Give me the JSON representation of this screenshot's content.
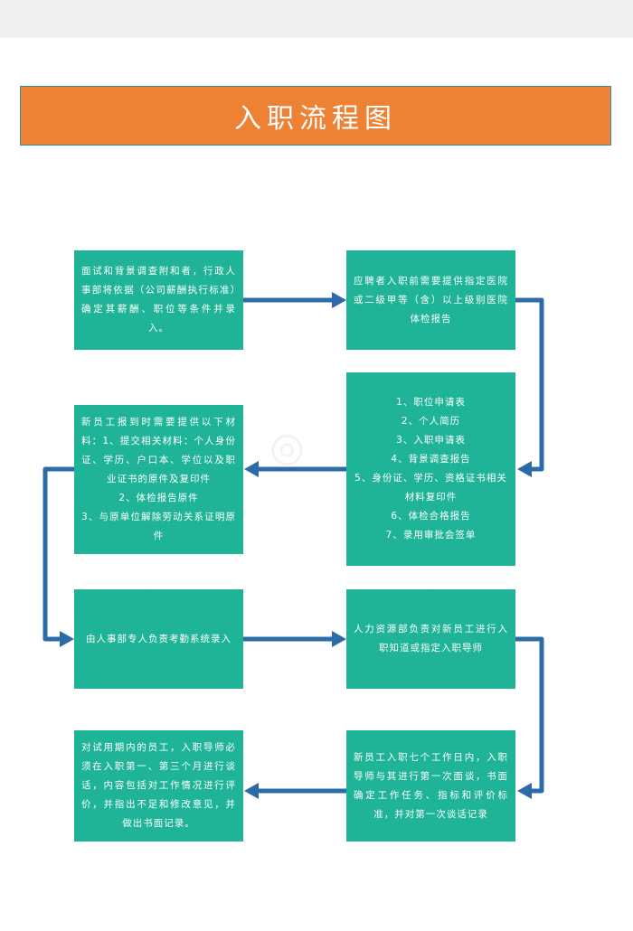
{
  "title": "入职流程图",
  "colors": {
    "title_bg": "#ee8234",
    "box_bg": "#1fb497",
    "arrow": "#2c6aa8"
  },
  "steps": [
    {
      "text": "面试和背景调查附和者，行政人事部将依据（公司薪酬执行标准）确定其薪酬、职位等条件并录入。"
    },
    {
      "text": "应聘者入职前需要提供指定医院或二级甲等（含）以上级别医院体检报告"
    },
    {
      "text": "1、职位申请表\n2、个人简历\n3、入职申请表\n4、背景调查报告\n5、身份证、学历、资格证书相关材料复印件\n6、体检合格报告\n7、录用审批会签单"
    },
    {
      "text": "新员工报到时需要提供以下材料：1、提交相关材料：个人身份证、学历、户口本、学位以及职业证书的原件及复印件\n2、体检报告原件\n3、与原单位解除劳动关系证明原件"
    },
    {
      "text": "由人事部专人负责考勤系统录入"
    },
    {
      "text": "人力资源部负责对新员工进行入职知道或指定入职导师"
    },
    {
      "text": "新员工入职七个工作日内，入职导师与其进行第一次面谈，书面确定工作任务、指标和评价标准，并对第一次谈话记录"
    },
    {
      "text": "对试用期内的员工，入职导师必须在入职第一、第三个月进行谈话，内容包括对工作情况进行评价，并指出不足和修改意见，并做出书面记录。"
    }
  ]
}
